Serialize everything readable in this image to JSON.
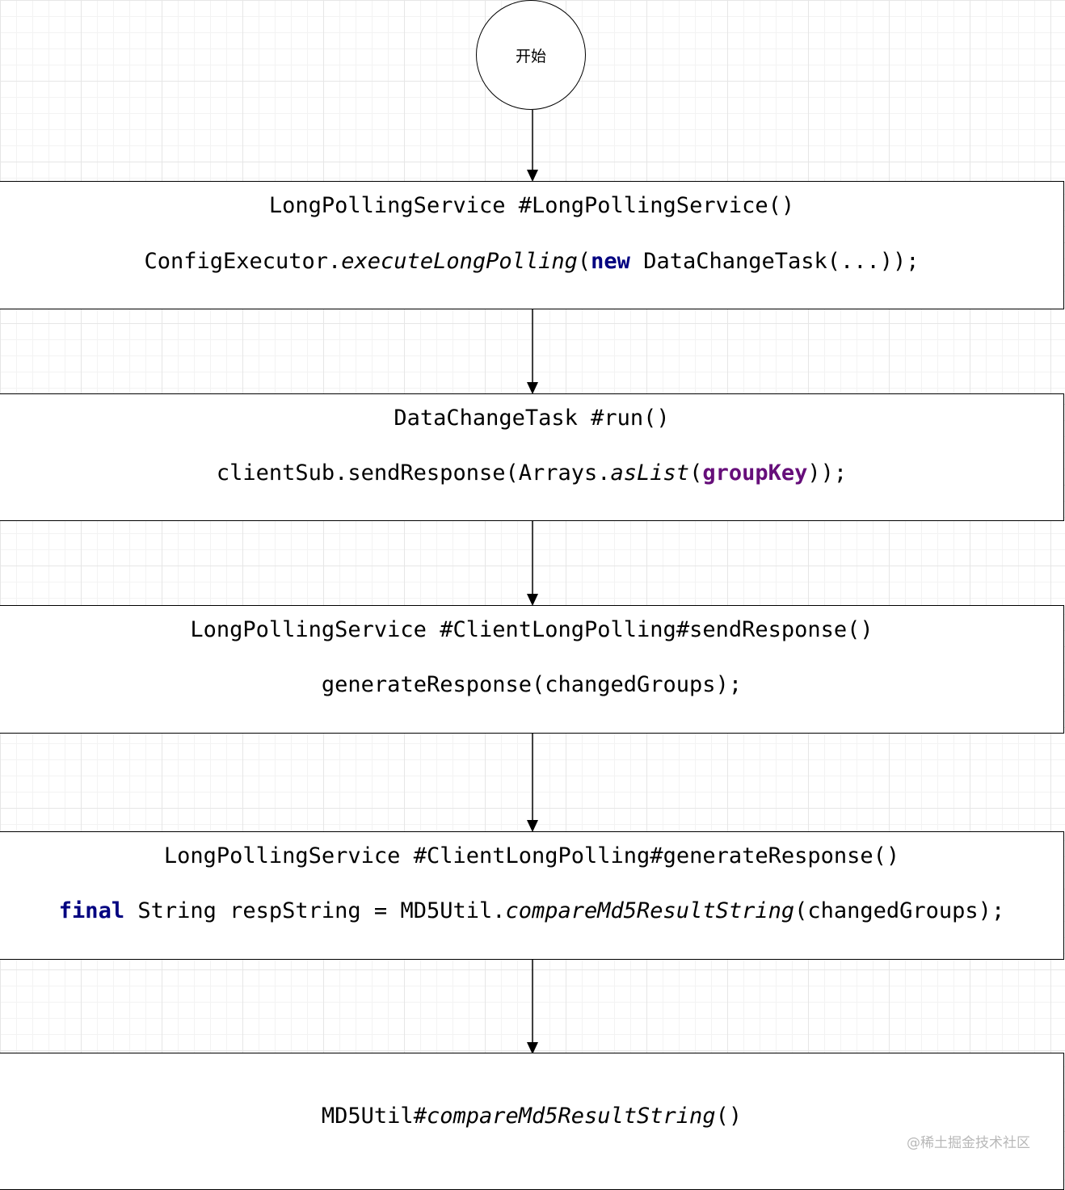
{
  "start": {
    "label": "开始"
  },
  "steps": [
    {
      "title_parts": [
        "LongPollingService",
        " #",
        "LongPollingService()"
      ],
      "code": {
        "receiver": "ConfigExecutor.",
        "method": "executeLongPolling",
        "open": "(",
        "keyword": "new",
        "rest": " DataChangeTask(...));"
      }
    },
    {
      "title_parts": [
        "DataChangeTask",
        " #",
        "run()"
      ],
      "code": {
        "prefix": "clientSub.sendResponse(Arrays.",
        "method": "asList",
        "open": "(",
        "field": "groupKey",
        "rest": "));"
      }
    },
    {
      "title_parts": [
        "LongPollingService",
        " #",
        "ClientLongPolling",
        "#",
        "sendResponse()"
      ],
      "code": {
        "text": "generateResponse(changedGroups);"
      }
    },
    {
      "title_parts": [
        "LongPollingService",
        " #",
        "ClientLongPolling",
        "#",
        "generateResponse()"
      ],
      "code": {
        "keyword": "final",
        "prefix": " String respString = MD5Util.",
        "method": "compareMd5ResultString",
        "rest": "(changedGroups);"
      }
    },
    {
      "title_parts": [
        "MD5Util",
        "#",
        "compareMd5ResultString",
        "()"
      ]
    }
  ],
  "watermark": "@稀土掘金技术社区"
}
